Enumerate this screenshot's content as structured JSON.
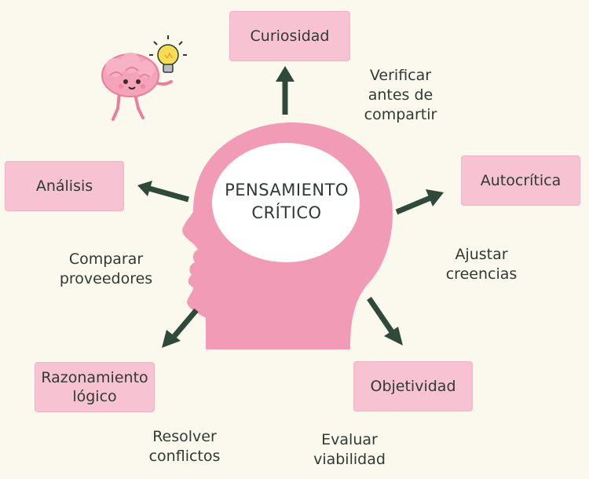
{
  "center": {
    "line1": "PENSAMIENTO",
    "line2": "CRÍTICO"
  },
  "boxes": {
    "curiosidad": "Curiosidad",
    "autocritica": "Autocrítica",
    "objetividad": "Objetividad",
    "razonamiento_line1": "Razonamiento",
    "razonamiento_line2": "lógico",
    "analisis": "Análisis"
  },
  "notes": {
    "verificar_line1": "Verificar",
    "verificar_line2": "antes de",
    "verificar_line3": "compartir",
    "ajustar_line1": "Ajustar",
    "ajustar_line2": "creencias",
    "evaluar_line1": "Evaluar",
    "evaluar_line2": "viabilidad",
    "resolver_line1": "Resolver",
    "resolver_line2": "conflictos",
    "comparar_line1": "Comparar",
    "comparar_line2": "proveedores"
  },
  "colors": {
    "background": "#fbf8ee",
    "box_fill": "#f7c3d2",
    "head_fill": "#f29bb6",
    "arrow": "#2f4a3a",
    "text": "#2e3b33"
  },
  "icons": {
    "brain": "brain-character-icon",
    "bulb": "lightbulb-icon"
  }
}
